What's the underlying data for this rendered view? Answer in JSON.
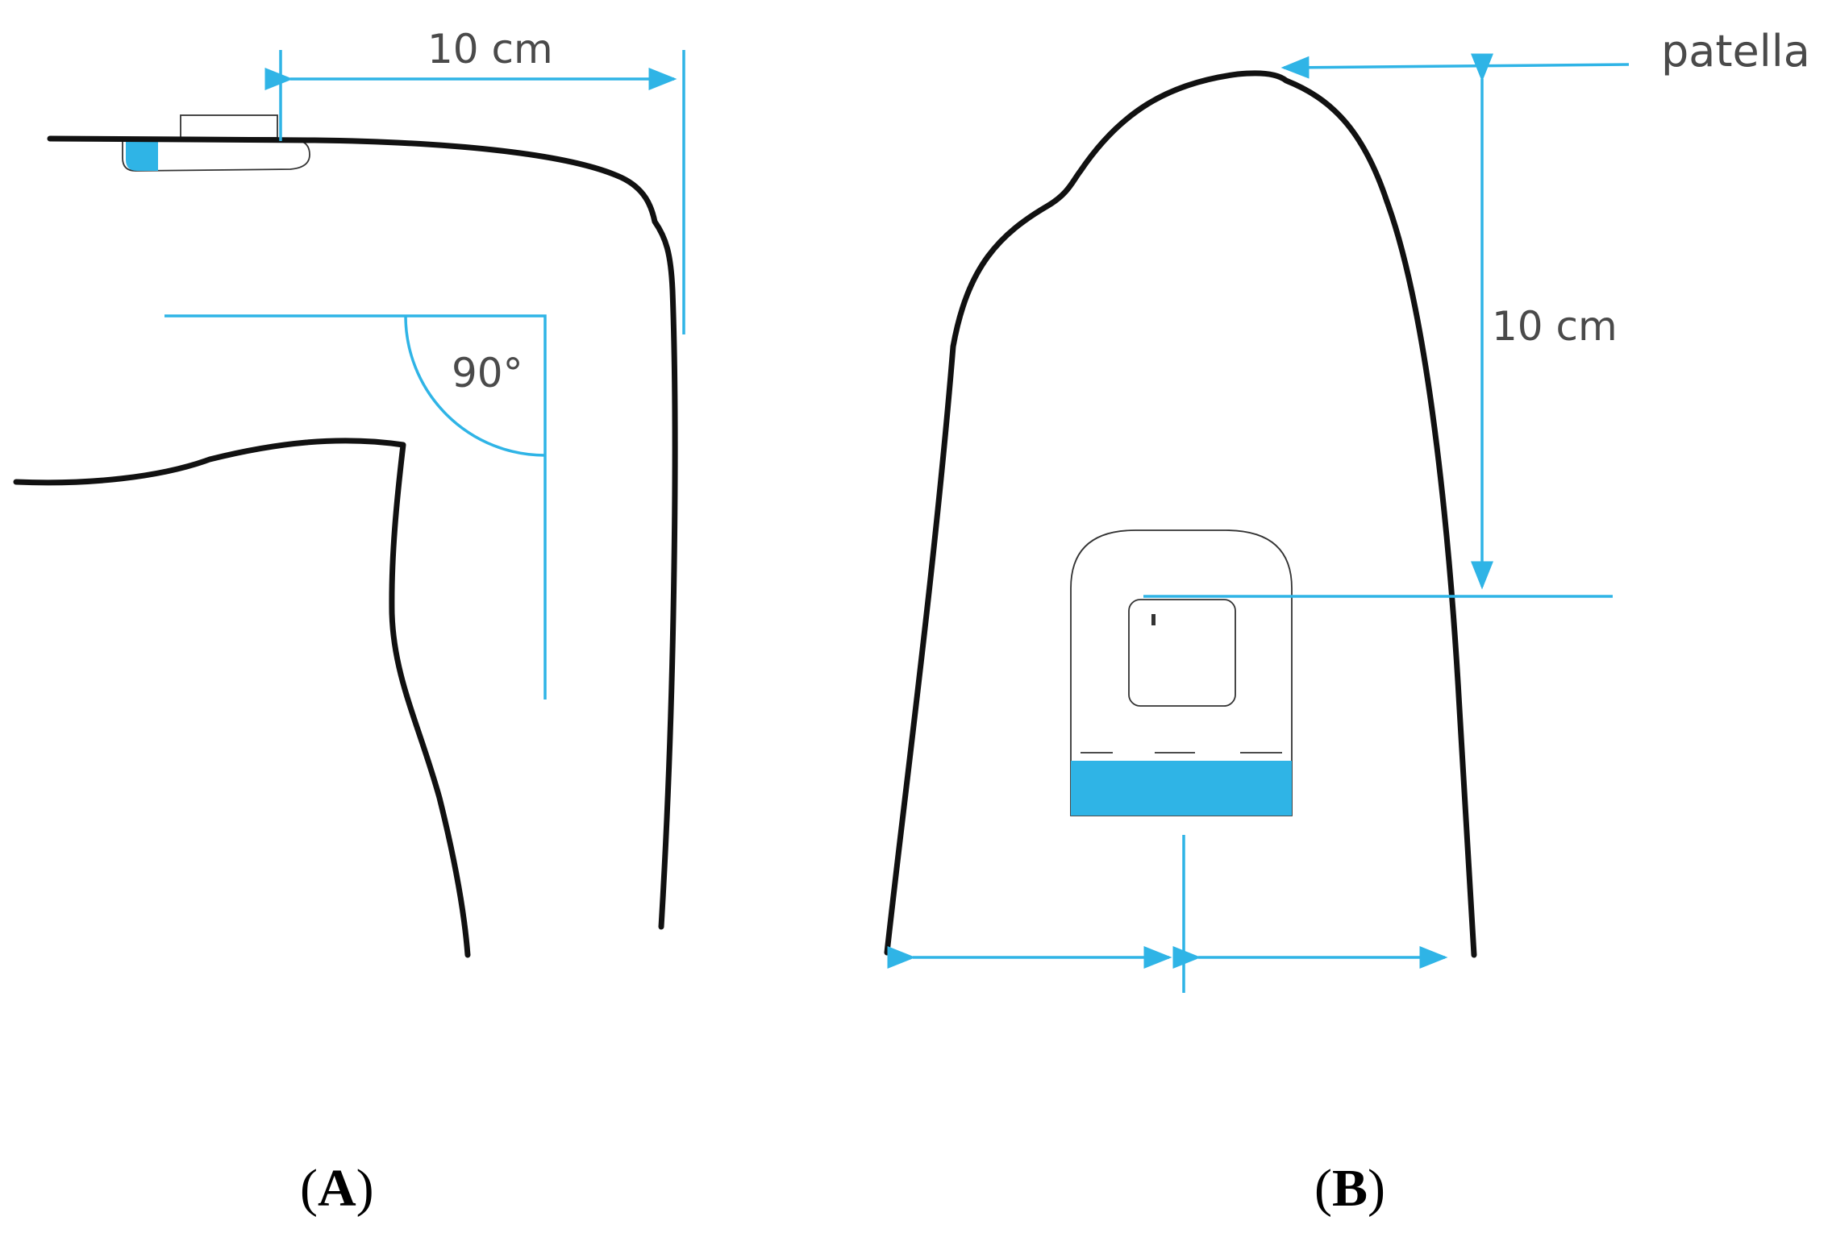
{
  "panel_a": {
    "label_open": "(",
    "label_letter": "A",
    "label_close": ")",
    "distance_label": "10 cm",
    "angle_label": "90°"
  },
  "panel_b": {
    "label_open": "(",
    "label_letter": "B",
    "label_close": ")",
    "distance_label": "10 cm",
    "landmark_label": "patella"
  },
  "colors": {
    "accent": "#2fb4e6",
    "outline": "#111111",
    "text": "#4a4a4a"
  }
}
